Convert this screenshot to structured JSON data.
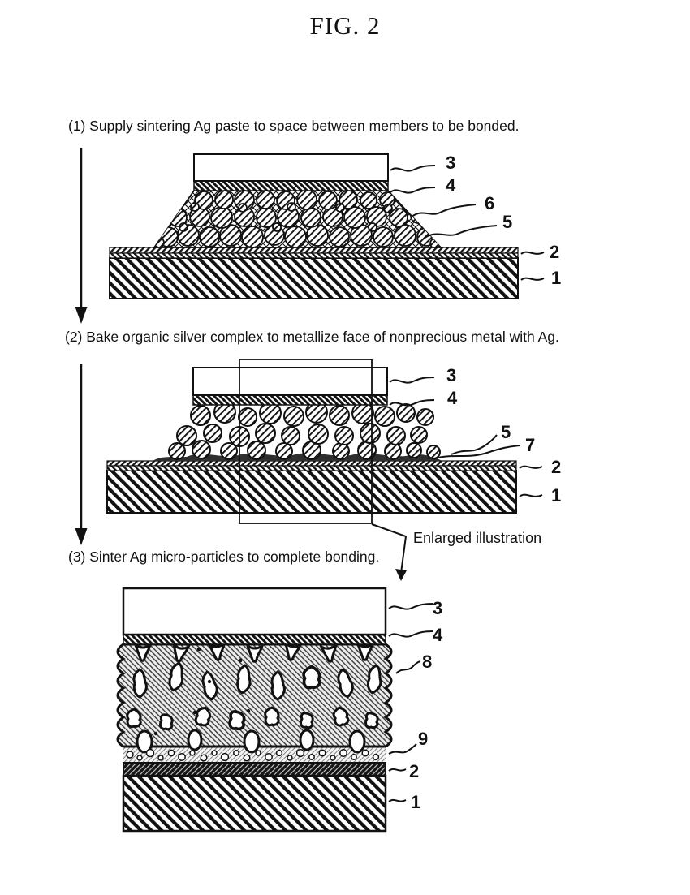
{
  "title": "FIG. 2",
  "steps": {
    "step1": "(1) Supply sintering Ag paste to space between members to be bonded.",
    "step2": "(2) Bake organic silver complex to metallize face of nonprecious metal with Ag.",
    "step3": "(3) Sinter Ag micro-particles to complete bonding."
  },
  "enlarged_caption": "Enlarged illustration",
  "diagram1": {
    "refs": {
      "member_top": "3",
      "metallized_layer": "4",
      "binder_matrix": "6",
      "ag_particles": "5",
      "surface_layer": "2",
      "substrate": "1"
    }
  },
  "diagram2": {
    "refs": {
      "member_top": "3",
      "metallized_layer": "4",
      "ag_particles": "5",
      "metallized_face": "7",
      "surface_layer": "2",
      "substrate": "1"
    }
  },
  "diagram3": {
    "refs": {
      "member_top": "3",
      "metallized_layer": "4",
      "sintered_ag_layer": "8",
      "fine_particle_layer": "9",
      "surface_layer": "2",
      "substrate": "1"
    }
  },
  "colors": {
    "ink": "#111111",
    "paper": "#ffffff"
  }
}
